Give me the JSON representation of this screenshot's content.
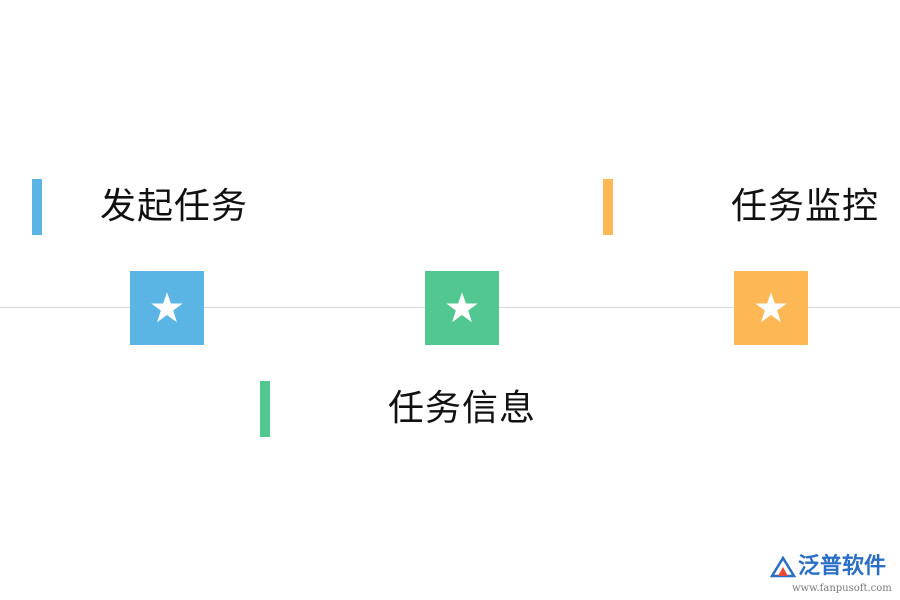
{
  "steps": [
    {
      "label": "发起任务",
      "color": "#5ab4e4",
      "icon": "star-icon"
    },
    {
      "label": "任务信息",
      "color": "#52c78f",
      "icon": "star-icon"
    },
    {
      "label": "任务监控",
      "color": "#fdb755",
      "icon": "star-icon"
    }
  ],
  "logo": {
    "name": "泛普软件",
    "url": "www.fanpusoft.com",
    "color": "#2a6fc4"
  }
}
